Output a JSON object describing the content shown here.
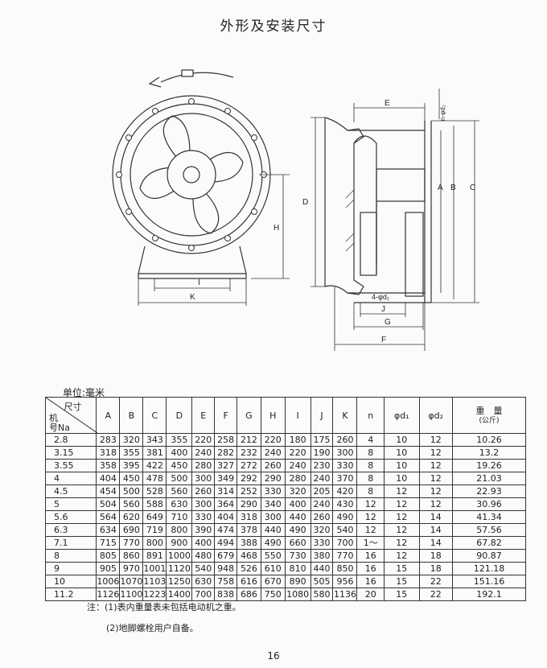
{
  "page": {
    "title": "外形及安装尺寸",
    "unit_label": "单位:毫米",
    "page_number": "16"
  },
  "drawing": {
    "front_view_labels": [
      "H",
      "I",
      "K"
    ],
    "side_view_labels": [
      "E",
      "n-φd₂",
      "A",
      "B",
      "C",
      "D",
      "4-φd₁",
      "J",
      "G",
      "F"
    ]
  },
  "table": {
    "corner_top": "尺寸",
    "corner_bottom_line1": "机",
    "corner_bottom_line2": "号Na",
    "headers": [
      "A",
      "B",
      "C",
      "D",
      "E",
      "F",
      "G",
      "H",
      "I",
      "J",
      "K",
      "n",
      "φd₁",
      "φd₂"
    ],
    "weight_header": "重　量",
    "weight_unit": "(公斤)",
    "rows": [
      [
        "2.8",
        "283",
        "320",
        "343",
        "355",
        "220",
        "258",
        "212",
        "220",
        "180",
        "175",
        "260",
        "4",
        "10",
        "12",
        "10.26"
      ],
      [
        "3.15",
        "318",
        "355",
        "381",
        "400",
        "240",
        "282",
        "232",
        "240",
        "220",
        "190",
        "300",
        "8",
        "10",
        "12",
        "13.2"
      ],
      [
        "3.55",
        "358",
        "395",
        "422",
        "450",
        "280",
        "327",
        "272",
        "260",
        "240",
        "230",
        "330",
        "8",
        "10",
        "12",
        "19.26"
      ],
      [
        "4",
        "404",
        "450",
        "478",
        "500",
        "300",
        "349",
        "292",
        "290",
        "280",
        "240",
        "370",
        "8",
        "10",
        "12",
        "21.03"
      ],
      [
        "4.5",
        "454",
        "500",
        "528",
        "560",
        "260",
        "314",
        "252",
        "330",
        "320",
        "205",
        "420",
        "8",
        "12",
        "12",
        "22.93"
      ],
      [
        "5",
        "504",
        "560",
        "588",
        "630",
        "300",
        "364",
        "290",
        "340",
        "400",
        "240",
        "430",
        "12",
        "12",
        "12",
        "30.96"
      ],
      [
        "5.6",
        "564",
        "620",
        "649",
        "710",
        "330",
        "404",
        "318",
        "300",
        "440",
        "260",
        "490",
        "12",
        "12",
        "14",
        "41.34"
      ],
      [
        "6.3",
        "634",
        "690",
        "719",
        "800",
        "390",
        "474",
        "378",
        "440",
        "490",
        "320",
        "540",
        "12",
        "12",
        "14",
        "57.56"
      ],
      [
        "7.1",
        "715",
        "770",
        "800",
        "900",
        "400",
        "494",
        "388",
        "490",
        "660",
        "330",
        "700",
        "1～",
        "12",
        "14",
        "67.82"
      ],
      [
        "8",
        "805",
        "860",
        "891",
        "1000",
        "480",
        "679",
        "468",
        "550",
        "730",
        "380",
        "770",
        "16",
        "12",
        "18",
        "90.87"
      ],
      [
        "9",
        "905",
        "970",
        "1001",
        "1120",
        "540",
        "948",
        "526",
        "610",
        "810",
        "440",
        "850",
        "16",
        "15",
        "18",
        "121.18"
      ],
      [
        "10",
        "1006",
        "1070",
        "1103",
        "1250",
        "630",
        "758",
        "616",
        "670",
        "890",
        "505",
        "956",
        "16",
        "15",
        "22",
        "151.16"
      ],
      [
        "11.2",
        "1126",
        "1100",
        "1223",
        "1400",
        "700",
        "838",
        "686",
        "750",
        "1080",
        "580",
        "1136",
        "20",
        "15",
        "22",
        "192.1"
      ]
    ]
  },
  "notes": [
    "注：(1)表内重量表未包括电动机之重。",
    "(2)地脚螺栓用户自备。"
  ]
}
